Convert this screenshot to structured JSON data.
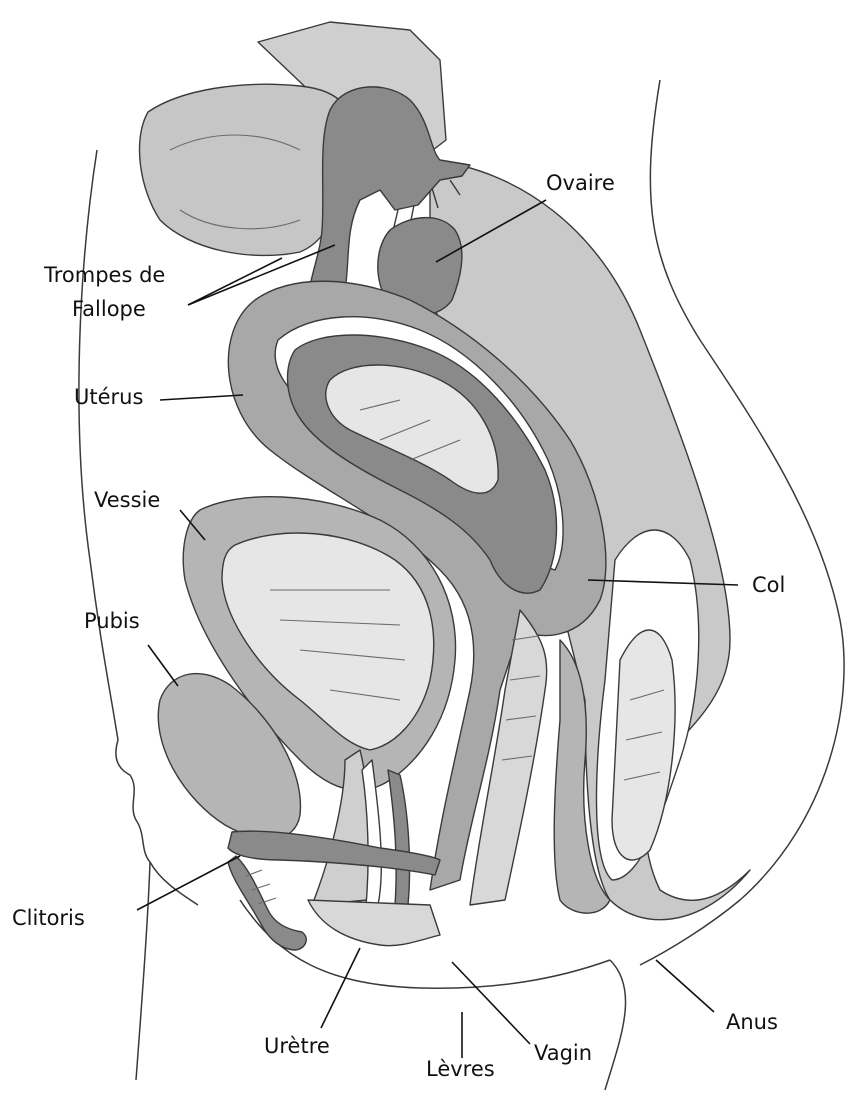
{
  "labels": {
    "ovaire": "Ovaire",
    "trompes_line1": "Trompes de",
    "trompes_line2": "Fallope",
    "uterus": "Utérus",
    "vessie": "Vessie",
    "col": "Col",
    "pubis": "Pubis",
    "clitoris": "Clitoris",
    "uretre": "Urètre",
    "levres": "Lèvres",
    "vagin": "Vagin",
    "anus": "Anus"
  },
  "colors": {
    "light_tissue": "#cfcfcf",
    "mid_tissue": "#aeaeae",
    "dark_tissue": "#7d7d7d",
    "pale_cavity": "#e6e6e6",
    "outline": "#3a3a3a",
    "background": "#ffffff"
  }
}
